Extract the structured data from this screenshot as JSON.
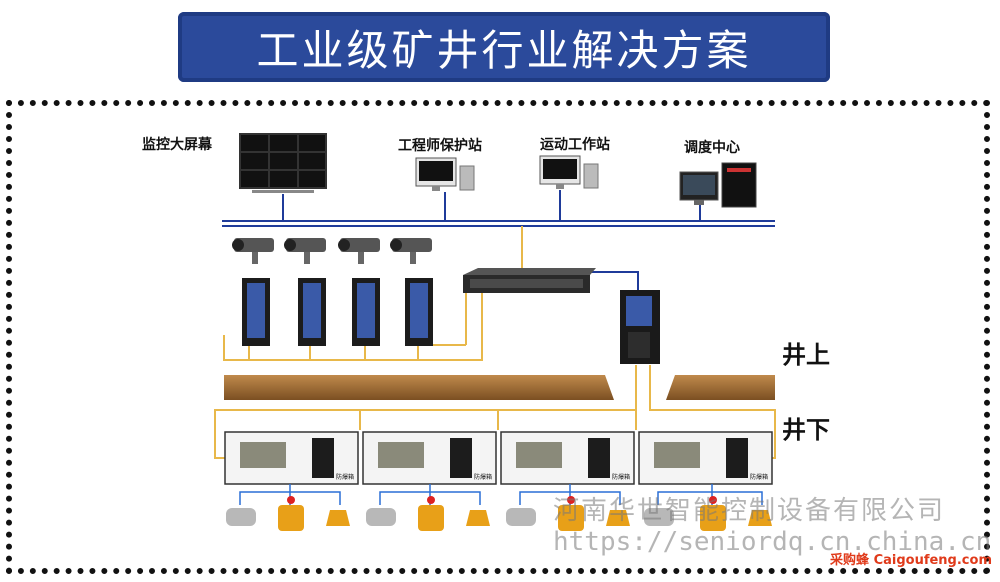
{
  "title": "工业级矿井行业解决方案",
  "labels": {
    "monitor_wall": "监控大屏幕",
    "engineer_station": "工程师保护站",
    "motion_station": "运动工作站",
    "dispatch_center": "调度中心",
    "above_ground": "井上",
    "underground": "井下"
  },
  "box_captions": [
    "防爆箱",
    "防爆箱",
    "防爆箱",
    "防爆箱"
  ],
  "watermark": {
    "company": "河南华世智能控制设备有限公司",
    "url": "https://seniordq.cn.china.cn"
  },
  "brand": "采购蜂 Caigoufeng.com",
  "colors": {
    "title_bg": "#2b4a9b",
    "bus_line": "#1f3b9a",
    "fiber_line": "#e8b84a",
    "ground": "#a0703a",
    "sensor_link": "#2a6fd6"
  }
}
